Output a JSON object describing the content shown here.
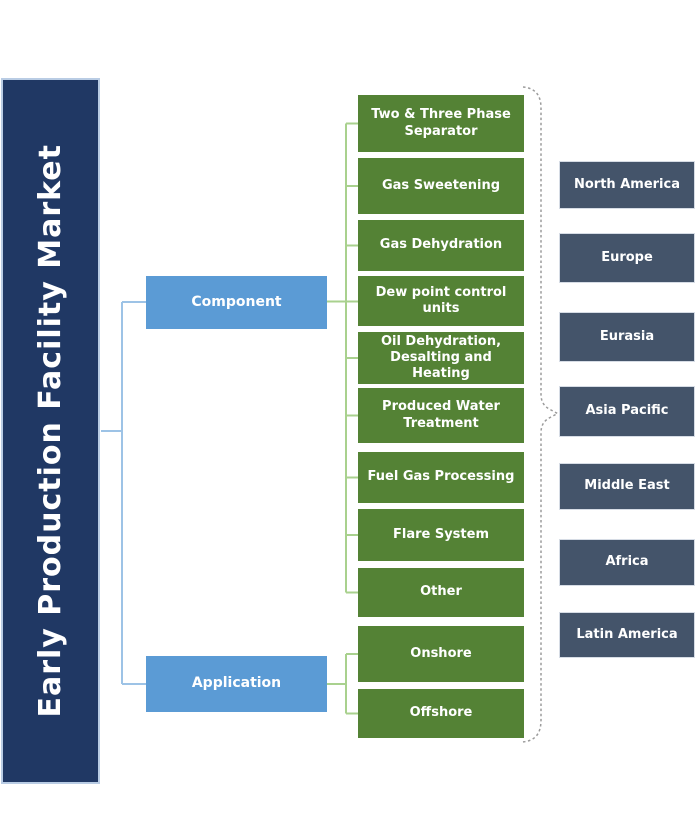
{
  "title": {
    "text": "Early Production Facility Market"
  },
  "segments": {
    "component": {
      "label": "Component",
      "items": [
        "Two & Three Phase Separator",
        "Gas Sweetening",
        "Gas Dehydration",
        "Dew point control units",
        "Oil Dehydration, Desalting and Heating",
        "Produced Water Treatment",
        "Fuel Gas Processing",
        "Flare System",
        "Other"
      ]
    },
    "application": {
      "label": "Application",
      "items": [
        "Onshore",
        "Offshore"
      ]
    }
  },
  "regions": {
    "items": [
      "North America",
      "Europe",
      "Eurasia",
      "Asia Pacific",
      "Middle East",
      "Africa",
      "Latin America"
    ]
  },
  "colors": {
    "title_bar": "#203864",
    "title_bar_border": "#b9cce4",
    "segment_box": "#5b9bd5",
    "item_box": "#548235",
    "region_box": "#44546a",
    "connector_blue": "#9dc3e6",
    "connector_green": "#a9d18e",
    "dashed_brace": "#9b9b9b",
    "text": "#ffffff",
    "background": "#ffffff"
  }
}
